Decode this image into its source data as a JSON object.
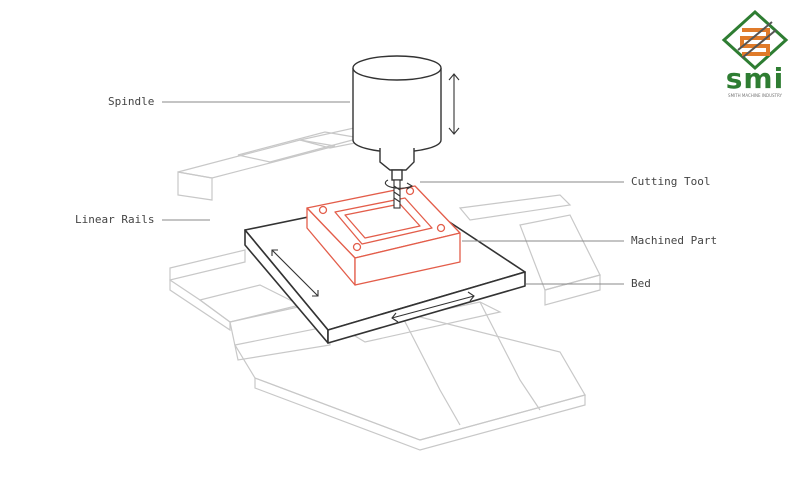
{
  "labels": {
    "spindle": "Spindle",
    "linear_rails": "Linear Rails",
    "cutting_tool": "Cutting Tool",
    "machined_part": "Machined Part",
    "bed": "Bed"
  },
  "logo": {
    "text": "smi",
    "tagline": "SMITH MACHINE INDUSTRY"
  },
  "colors": {
    "line": "#999999",
    "rail": "#c8c8c8",
    "bed": "#333333",
    "part": "#e35d4a",
    "label": "#444444",
    "logo_green": "#2e7d32",
    "logo_orange": "#e07b2a"
  }
}
